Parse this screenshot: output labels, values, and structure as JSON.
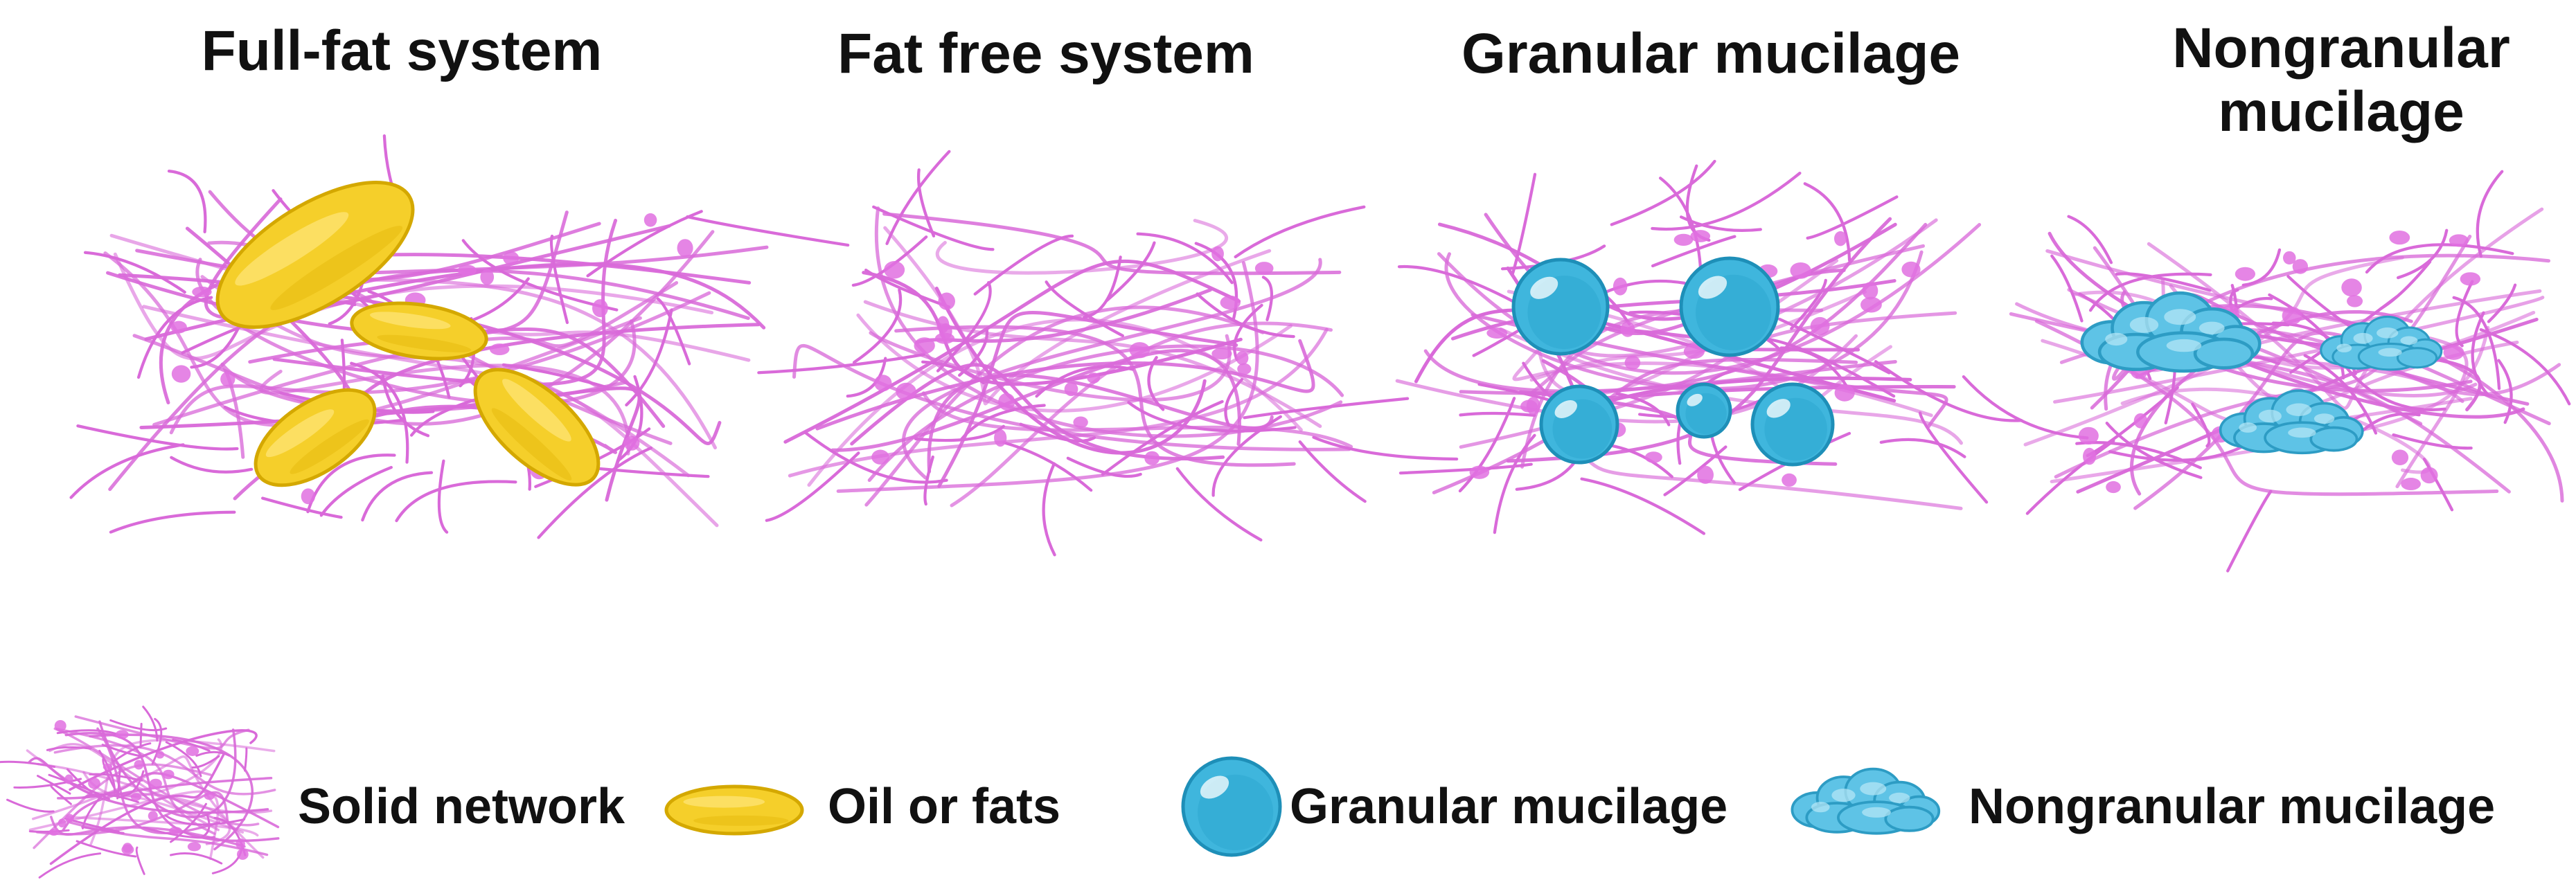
{
  "panels": [
    {
      "title_line1": "Full-fat system",
      "title_line2": "",
      "content": "oil"
    },
    {
      "title_line1": "Fat free system",
      "title_line2": "",
      "content": "none"
    },
    {
      "title_line1": "Granular mucilage",
      "title_line2": "",
      "content": "granular"
    },
    {
      "title_line1": "Nongranular",
      "title_line2": "mucilage",
      "content": "nongranular"
    }
  ],
  "legend": {
    "solid_network": "Solid network",
    "oil_or_fats": "Oil or fats",
    "granular_mucilage": "Granular mucilage",
    "nongranular_mucilage": "Nongranular mucilage"
  },
  "colors": {
    "network": "#d96ad9",
    "network_node": "#e070e0",
    "oil_fill": "#f5cf2a",
    "oil_stroke": "#d4a800",
    "granule_fill": "#3fb6dd",
    "granule_stroke": "#1e8fb8",
    "cloud_fill": "#5ec3e6",
    "cloud_stroke": "#2d9cc4"
  },
  "icons": {
    "network": "network-icon",
    "oil": "oil-droplet-icon",
    "granule": "granule-icon",
    "cloud": "cloud-mucilage-icon"
  }
}
